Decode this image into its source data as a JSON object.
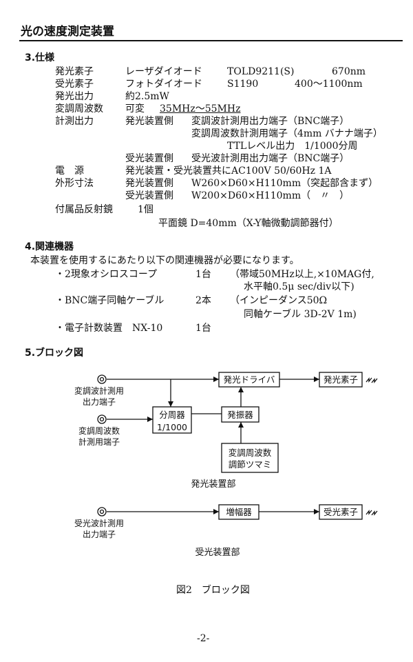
{
  "header": {
    "title": "光の速度測定装置"
  },
  "sec3": {
    "heading": "3.仕様",
    "rows": [
      {
        "label": "発光素子",
        "c1": "レーザダイオード",
        "c2": "TOLD9211(S)",
        "c3": "670nm"
      },
      {
        "label": "受光素子",
        "c1": "フォトダイオード",
        "c2": "S1190",
        "c3": "400～1100nm"
      },
      {
        "label": "発光出力",
        "c1": "約2.5mW"
      },
      {
        "label": "変調周波数",
        "c1": "可変",
        "c2": "35MHz～55MHz"
      },
      {
        "label": "計測出力",
        "c1": "発光装置側",
        "c2": "変調波計測用出力端子（BNC端子）"
      },
      {
        "c2": "変調周波数計測用端子（4mm バナナ端子）"
      },
      {
        "c2": "TTLレベル出力　1/1000分周"
      },
      {
        "c1": "受光装置側",
        "c2": "受光波計測用出力端子（BNC端子）"
      },
      {
        "label": "電　源",
        "c1": "発光装置・受光装置共にAC100V 50/60Hz 1A"
      },
      {
        "label": "外形寸法",
        "c1": "発光装置側",
        "c2": "W260×D60×H110mm（突起部含まず）"
      },
      {
        "c1": "受光装置側",
        "c2": "W200×D60×H110mm（　〃　）"
      },
      {
        "label": "付属品反射鏡",
        "c1": "1個"
      },
      {
        "c2": "平面鏡 D=40mm（X-Y軸微動調節器付）"
      }
    ]
  },
  "sec4": {
    "heading": "4.関連機器",
    "intro": "本装置を使用するにあたり以下の関連機器が必要になります。",
    "items": [
      {
        "name": "・2現象オシロスコープ",
        "qty": "1台",
        "note1": "（帯域50MHz以上,×10MAG付,",
        "note2": "水平軸0.5μ sec/div以下)"
      },
      {
        "name": "・BNC端子同軸ケーブル",
        "qty": "2本",
        "note1": "（インピーダンス50Ω",
        "note2": "同軸ケーブル 3D-2V 1m)"
      },
      {
        "name": "・電子計数装置　NX-10",
        "qty": "1台"
      }
    ]
  },
  "sec5": {
    "heading": "5.ブロック図",
    "diagram": {
      "driver": "発光ドライバ",
      "emitter": "発光素子",
      "term1": [
        "変調波計測用",
        "出力端子"
      ],
      "term2": [
        "変調周波数",
        "計測用端子"
      ],
      "divider": [
        "分周器",
        "1/1000"
      ],
      "osc": "発振器",
      "knob": [
        "変調周波数",
        "調節ツマミ"
      ],
      "unit1": "発光装置部",
      "amp": "増幅器",
      "receiver": "受光素子",
      "term3": [
        "受光波計測用",
        "出力端子"
      ],
      "unit2": "受光装置部"
    },
    "caption": "図2　ブロック図"
  },
  "page_number": "-2-"
}
